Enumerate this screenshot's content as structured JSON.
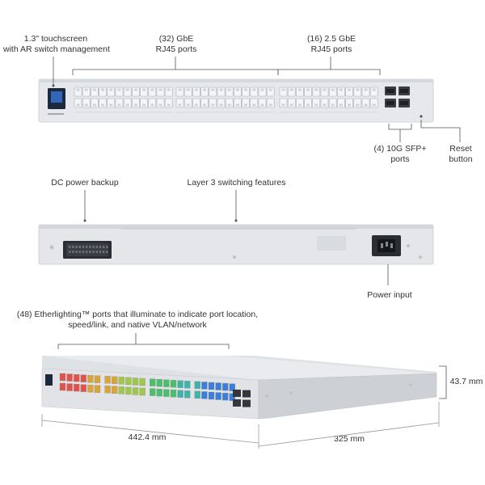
{
  "front": {
    "touchscreen_label": [
      "1.3\" touchscreen",
      "with AR switch management"
    ],
    "gbe_label": [
      "(32) GbE",
      "RJ45 ports"
    ],
    "g25_label": [
      "(16) 2.5 GbE",
      "RJ45 ports"
    ],
    "sfp_label": [
      "(4) 10G SFP+",
      "ports"
    ],
    "reset_label": [
      "Reset",
      "button"
    ]
  },
  "rear": {
    "dc_label": "DC power backup",
    "l3_label": "Layer 3 switching features",
    "power_label": "Power input"
  },
  "iso": {
    "etherlighting_label": [
      "(48) Etherlighting™ ports that illuminate to indicate port location,",
      "speed/link, and native VLAN/network"
    ],
    "dim_height": "43.7 mm",
    "dim_width": "442.4 mm",
    "dim_depth": "325 mm"
  },
  "colors": {
    "chassis": "#e4e6e9",
    "port_colors": [
      "#e0534d",
      "#d9a43a",
      "#9fc74a",
      "#4bbf6b",
      "#3fb3a8",
      "#3d7fd6"
    ]
  }
}
